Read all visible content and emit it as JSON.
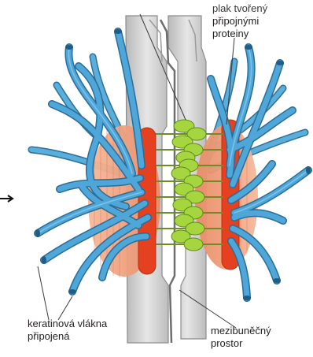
{
  "labels": {
    "top": {
      "line1": "plak tvořený",
      "line2": "připojnými",
      "line3": "proteiny"
    },
    "bottom_left": {
      "line1": "keratinová vlákna",
      "line2": "připojená"
    },
    "bottom_right": {
      "line1": "mezibuněčný",
      "line2": "prostor"
    }
  },
  "colors": {
    "keratin_filament": "#4a9fd0",
    "plaque": "#e8411f",
    "plaque_halo": "#f0a283",
    "linker_protein": "#9ccf3c",
    "membrane": "#c9c9c9",
    "membrane_inner": "#777777"
  }
}
